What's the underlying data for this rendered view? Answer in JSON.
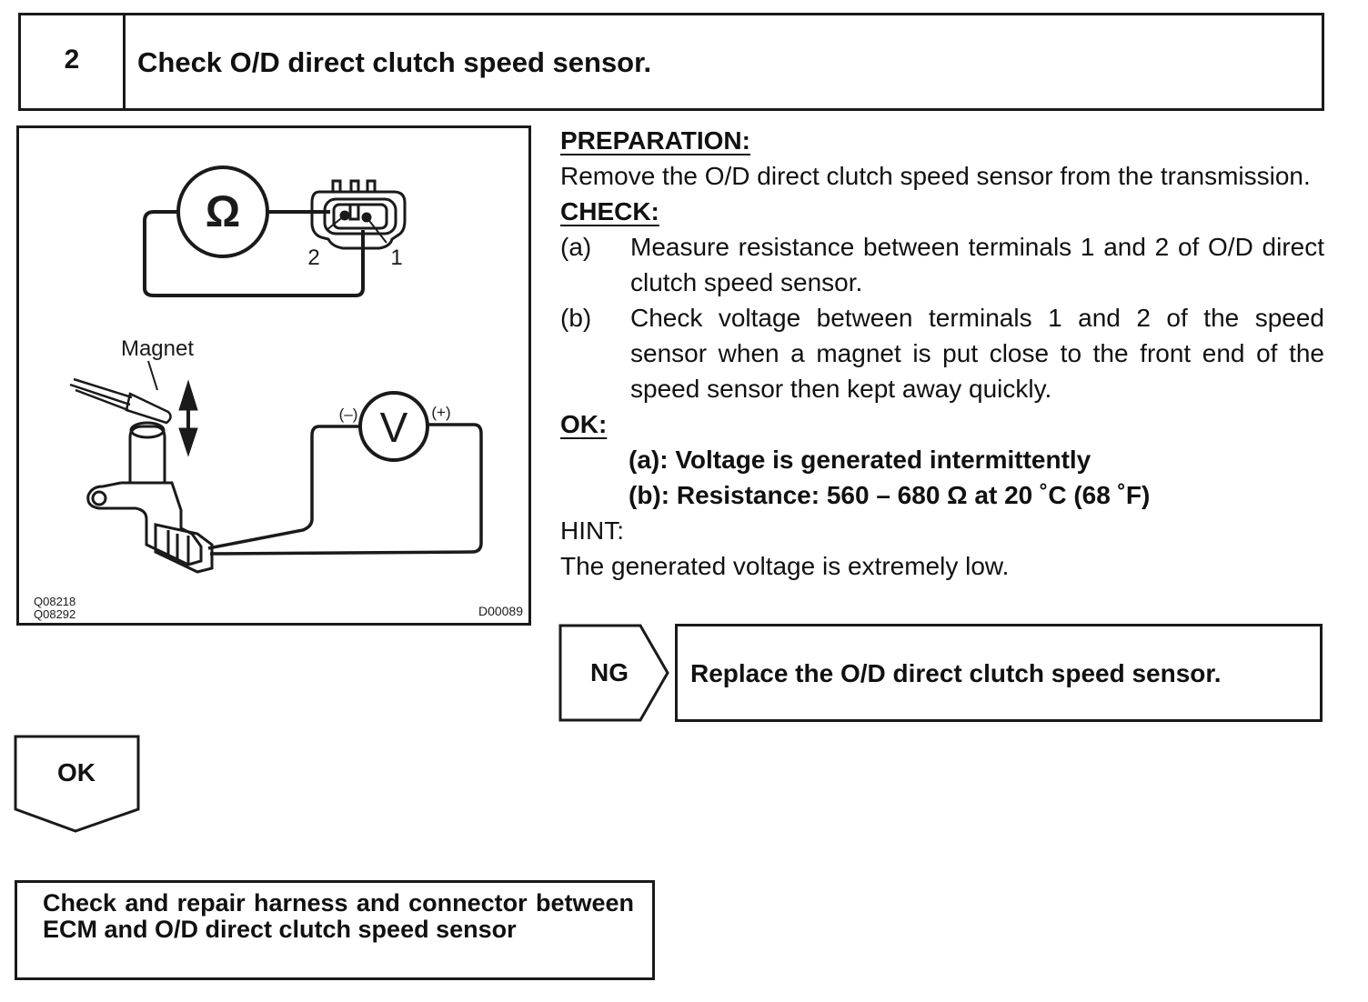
{
  "step": {
    "number": "2",
    "title": "Check O/D direct clutch speed sensor."
  },
  "figure": {
    "ohm_symbol": "Ω",
    "volt_symbol": "V",
    "terminal_2": "2",
    "terminal_1": "1",
    "magnet_label": "Magnet",
    "neg_label": "(–)",
    "pos_label": "(+)",
    "code_left_1": "Q08218",
    "code_left_2": "Q08292",
    "code_right": "D00089"
  },
  "preparation": {
    "heading": "PREPARATION:",
    "text": "Remove the O/D direct clutch speed sensor from the transmission."
  },
  "check": {
    "heading": "CHECK:",
    "items": [
      {
        "label": "(a)",
        "text": "Measure resistance between terminals 1 and 2 of O/D direct clutch speed sensor."
      },
      {
        "label": "(b)",
        "text": "Check voltage between terminals 1 and 2 of the speed sensor when a magnet is put close to the front end of the speed sensor then kept away quickly."
      }
    ]
  },
  "ok_spec": {
    "heading": "OK:",
    "lines": [
      "(a): Voltage is generated intermittently",
      "(b): Resistance: 560 – 680 Ω at 20 ˚C (68 ˚F)"
    ]
  },
  "hint": {
    "heading": "HINT:",
    "text": "The generated voltage is extremely low."
  },
  "ng": {
    "label": "NG",
    "action": "Replace the O/D direct clutch speed sensor."
  },
  "ok_branch": {
    "label": "OK",
    "action": "Check and repair harness and connector between ECM and O/D direct clutch speed sensor"
  }
}
